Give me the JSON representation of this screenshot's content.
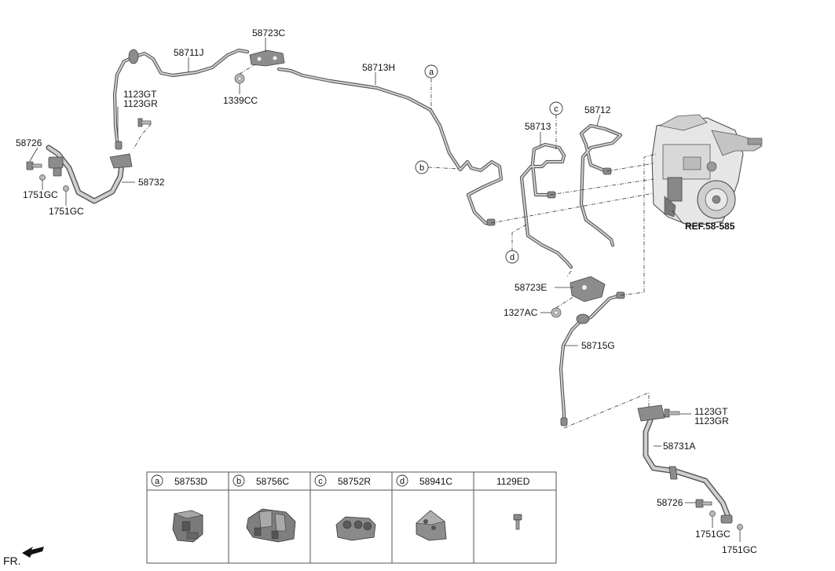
{
  "labels": {
    "p58723C": "58723C",
    "p58711J": "58711J",
    "p1339CC": "1339CC",
    "p58713H": "58713H",
    "p1123GT_top": "1123GT",
    "p1123GR_top": "1123GR",
    "p58726_left": "58726",
    "p58732": "58732",
    "p1751GC_l1": "1751GC",
    "p1751GC_l2": "1751GC",
    "p58713": "58713",
    "p58712": "58712",
    "ref": "REF.58-585",
    "p58723E": "58723E",
    "p1327AC": "1327AC",
    "p58715G": "58715G",
    "p1123GT_bot": "1123GT",
    "p1123GR_bot": "1123GR",
    "p58731A": "58731A",
    "p58726_right": "58726",
    "p1751GC_r1": "1751GC",
    "p1751GC_r2": "1751GC",
    "front": "FR."
  },
  "callouts": {
    "a": "a",
    "b": "b",
    "c": "c",
    "d": "d"
  },
  "parts_table": [
    {
      "letter": "a",
      "part": "58753D",
      "icon": "clip-a-icon"
    },
    {
      "letter": "b",
      "part": "58756C",
      "icon": "clip-b-icon"
    },
    {
      "letter": "c",
      "part": "58752R",
      "icon": "clip-c-icon"
    },
    {
      "letter": "d",
      "part": "58941C",
      "icon": "clip-d-icon"
    },
    {
      "letter": "",
      "part": "1129ED",
      "icon": "bolt-icon"
    }
  ]
}
